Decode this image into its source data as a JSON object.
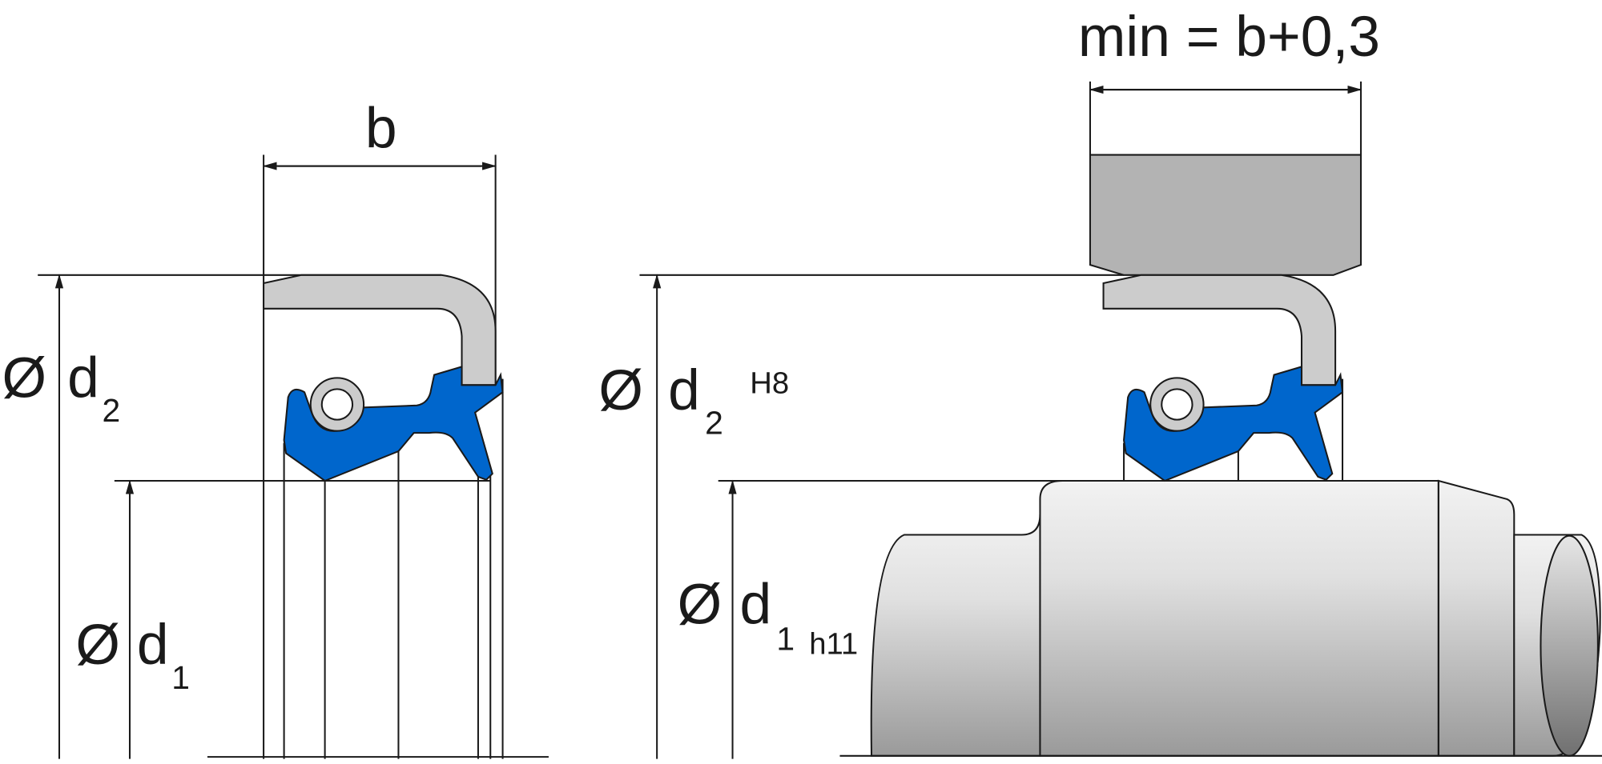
{
  "left_view": {
    "width_label": "b",
    "outer_diameter": {
      "symbol": "Ø",
      "letter": "d",
      "index": "2"
    },
    "inner_diameter": {
      "symbol": "Ø",
      "letter": "d",
      "index": "1"
    }
  },
  "right_view": {
    "housing_width_label": "min = b+0,3",
    "outer_diameter": {
      "symbol": "Ø",
      "letter": "d",
      "index": "2",
      "tolerance": "H8"
    },
    "inner_diameter": {
      "symbol": "Ø",
      "letter": "d",
      "index": "1",
      "tolerance": "h11"
    }
  },
  "colors": {
    "seal": "#0066cc",
    "metal": "#cccccc",
    "housing": "#b3b3b3",
    "line": "#1a1a1a"
  }
}
